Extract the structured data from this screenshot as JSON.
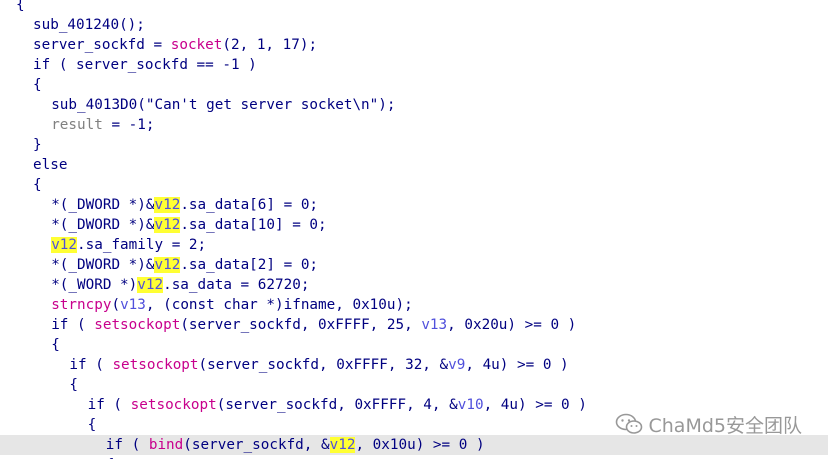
{
  "editor": {
    "lines": [
      {
        "indent": 0,
        "tokens": [
          {
            "t": "{",
            "c": "plain"
          }
        ]
      },
      {
        "indent": 1,
        "tokens": [
          {
            "t": "sub_401240();",
            "c": "plain"
          }
        ]
      },
      {
        "indent": 1,
        "tokens": [
          {
            "t": "server_sockfd = ",
            "c": "plain"
          },
          {
            "t": "socket",
            "c": "fn"
          },
          {
            "t": "(2, 1, 17);",
            "c": "plain"
          }
        ]
      },
      {
        "indent": 1,
        "tokens": [
          {
            "t": "if ( server_sockfd == -1 )",
            "c": "kw"
          }
        ]
      },
      {
        "indent": 1,
        "tokens": [
          {
            "t": "{",
            "c": "plain"
          }
        ]
      },
      {
        "indent": 2,
        "tokens": [
          {
            "t": "sub_4013D0(\"Can't get server socket\\n\");",
            "c": "str"
          }
        ]
      },
      {
        "indent": 2,
        "tokens": [
          {
            "t": "result",
            "c": "res"
          },
          {
            "t": " = -1;",
            "c": "plain"
          }
        ]
      },
      {
        "indent": 1,
        "tokens": [
          {
            "t": "}",
            "c": "plain"
          }
        ]
      },
      {
        "indent": 1,
        "tokens": [
          {
            "t": "else",
            "c": "kw"
          }
        ]
      },
      {
        "indent": 1,
        "tokens": [
          {
            "t": "{",
            "c": "plain"
          }
        ]
      },
      {
        "indent": 2,
        "tokens": [
          {
            "t": "*(_DWORD *)&",
            "c": "plain"
          },
          {
            "t": "v12",
            "c": "hl"
          },
          {
            "t": ".sa_data[6] = 0;",
            "c": "plain"
          }
        ]
      },
      {
        "indent": 2,
        "tokens": [
          {
            "t": "*(_DWORD *)&",
            "c": "plain"
          },
          {
            "t": "v12",
            "c": "hl"
          },
          {
            "t": ".sa_data[10] = 0;",
            "c": "plain"
          }
        ]
      },
      {
        "indent": 2,
        "tokens": [
          {
            "t": "v12",
            "c": "hl"
          },
          {
            "t": ".sa_family = 2;",
            "c": "plain"
          }
        ]
      },
      {
        "indent": 2,
        "tokens": [
          {
            "t": "*(_DWORD *)&",
            "c": "plain"
          },
          {
            "t": "v12",
            "c": "hl"
          },
          {
            "t": ".sa_data[2] = 0;",
            "c": "plain"
          }
        ]
      },
      {
        "indent": 2,
        "tokens": [
          {
            "t": "*(_WORD *)",
            "c": "plain"
          },
          {
            "t": "v12",
            "c": "hl"
          },
          {
            "t": ".sa_data = 62720;",
            "c": "plain"
          }
        ]
      },
      {
        "indent": 2,
        "tokens": [
          {
            "t": "strncpy",
            "c": "fn"
          },
          {
            "t": "(",
            "c": "plain"
          },
          {
            "t": "v13",
            "c": "var"
          },
          {
            "t": ", (const char *)ifname, 0x10u);",
            "c": "plain"
          }
        ]
      },
      {
        "indent": 2,
        "tokens": [
          {
            "t": "if ( ",
            "c": "kw"
          },
          {
            "t": "setsockopt",
            "c": "fn"
          },
          {
            "t": "(server_sockfd, 0xFFFF, 25, ",
            "c": "plain"
          },
          {
            "t": "v13",
            "c": "var"
          },
          {
            "t": ", 0x20u) >= 0 )",
            "c": "plain"
          }
        ]
      },
      {
        "indent": 2,
        "tokens": [
          {
            "t": "{",
            "c": "plain"
          }
        ]
      },
      {
        "indent": 3,
        "tokens": [
          {
            "t": "if ( ",
            "c": "kw"
          },
          {
            "t": "setsockopt",
            "c": "fn"
          },
          {
            "t": "(server_sockfd, 0xFFFF, 32, &",
            "c": "plain"
          },
          {
            "t": "v9",
            "c": "var"
          },
          {
            "t": ", 4u) >= 0 )",
            "c": "plain"
          }
        ]
      },
      {
        "indent": 3,
        "tokens": [
          {
            "t": "{",
            "c": "plain"
          }
        ]
      },
      {
        "indent": 4,
        "tokens": [
          {
            "t": "if ( ",
            "c": "kw"
          },
          {
            "t": "setsockopt",
            "c": "fn"
          },
          {
            "t": "(server_sockfd, 0xFFFF, 4, &",
            "c": "plain"
          },
          {
            "t": "v10",
            "c": "var"
          },
          {
            "t": ", 4u) >= 0 )",
            "c": "plain"
          }
        ]
      },
      {
        "indent": 4,
        "tokens": [
          {
            "t": "{",
            "c": "plain"
          }
        ]
      },
      {
        "indent": 5,
        "current": true,
        "tokens": [
          {
            "t": "if ( ",
            "c": "kw"
          },
          {
            "t": "bind",
            "c": "fn"
          },
          {
            "t": "(server_sockfd, &",
            "c": "plain"
          },
          {
            "t": "v12",
            "c": "hl"
          },
          {
            "t": ", 0x10u) >= 0 )",
            "c": "plain"
          }
        ]
      },
      {
        "indent": 5,
        "tokens": [
          {
            "t": "{",
            "c": "plain"
          }
        ]
      }
    ]
  },
  "watermark": {
    "text": "ChaMd5安全团队",
    "icon": "wechat-icon"
  },
  "colors": {
    "background": "#ffffff",
    "code_text": "#000080",
    "function": "#c8008c",
    "local_var": "#5050dc",
    "grey_var": "#808080",
    "highlight": "#ffff33",
    "current_line": "#e6e6e6"
  }
}
